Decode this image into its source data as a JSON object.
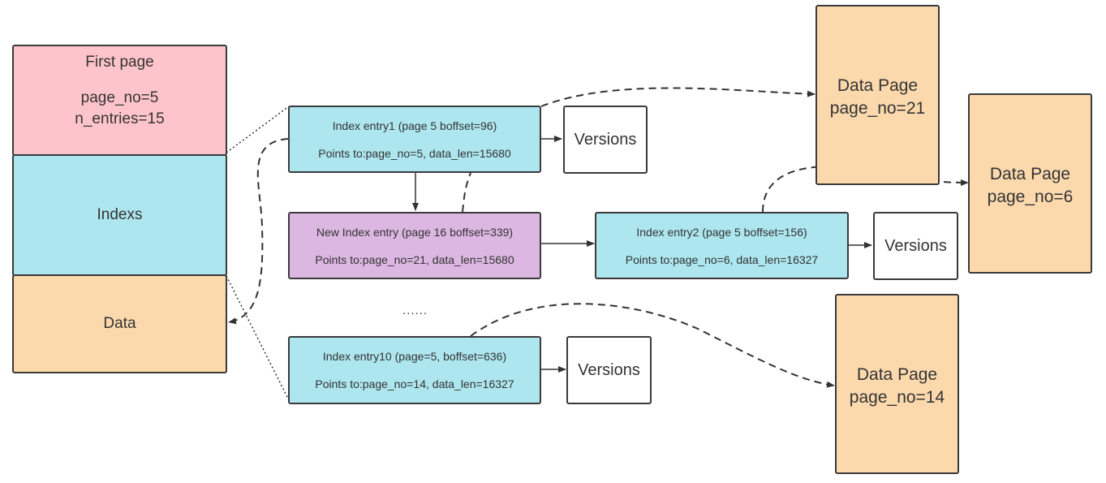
{
  "first_page": {
    "title": "First page",
    "page_no": "page_no=5",
    "n_entries": "n_entries=15"
  },
  "indexs_label": "Indexs",
  "data_label": "Data",
  "index_entry1": {
    "title": "Index entry1 (page 5 boffset=96)",
    "points_to": "Points to:page_no=5, data_len=15680"
  },
  "new_index_entry": {
    "title": "New Index entry (page 16 boffset=339)",
    "points_to": "Points to:page_no=21, data_len=15680"
  },
  "index_entry2": {
    "title": "Index entry2 (page 5 boffset=156)",
    "points_to": "Points to:page_no=6, data_len=16327"
  },
  "index_entry10": {
    "title": "Index entry10 (page=5, boffset=636)",
    "points_to": "Points to:page_no=14, data_len=16327"
  },
  "ellipsis": "......",
  "versions_label": "Versions",
  "data_page_21": {
    "title": "Data Page",
    "page_no": "page_no=21"
  },
  "data_page_6": {
    "title": "Data Page",
    "page_no": "page_no=6"
  },
  "data_page_14": {
    "title": "Data Page",
    "page_no": "page_no=14"
  },
  "colors": {
    "first_page": "#fec4cb",
    "index_entry": "#ade6ef",
    "data": "#fcd9ad",
    "new_index_entry": "#dcb7e2",
    "border": "#3a3a3a"
  }
}
